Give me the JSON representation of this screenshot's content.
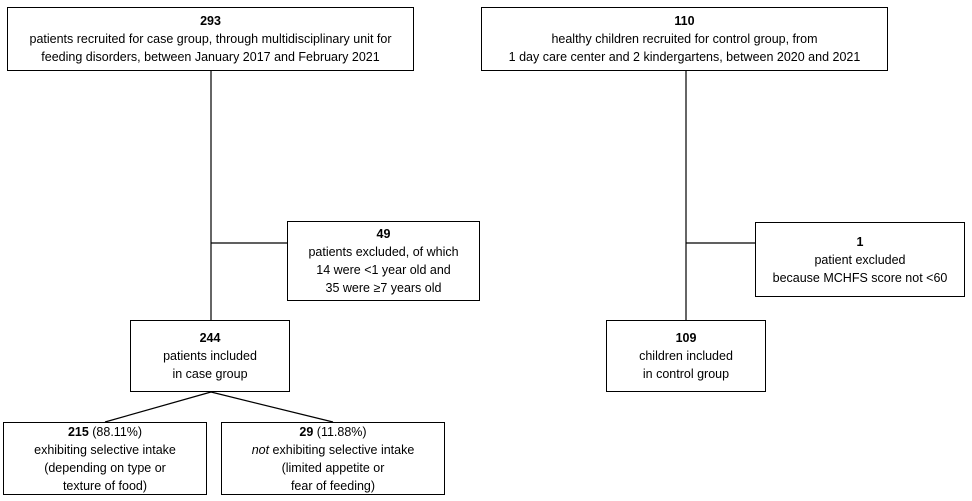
{
  "case_recruited": {
    "count": "293",
    "line1": "patients recruited for case group, through multidisciplinary unit for",
    "line2": "feeding disorders, between January 2017 and February 2021"
  },
  "control_recruited": {
    "count": "110",
    "line1": "healthy children recruited for control group, from",
    "line2": "1 day care center and 2 kindergartens, between 2020 and 2021"
  },
  "case_excluded": {
    "count": "49",
    "line1": "patients excluded, of which",
    "line2": "14 were <1 year old and",
    "line3": "35 were ≥7 years old"
  },
  "control_excluded": {
    "count": "1",
    "line1": "patient excluded",
    "line2": "because MCHFS score not <60"
  },
  "case_included": {
    "count": "244",
    "line1": "patients included",
    "line2": "in case group"
  },
  "control_included": {
    "count": "109",
    "line1": "children included",
    "line2": "in control group"
  },
  "selective": {
    "count": "215",
    "percent": " (88.11%)",
    "line1": "exhibiting selective intake",
    "line2": "(depending on type or",
    "line3": "texture of food)"
  },
  "not_selective": {
    "count": "29",
    "percent": " (11.88%)",
    "line1_em": "not",
    "line1_rest": " exhibiting selective intake",
    "line2": "(limited appetite or",
    "line3": "fear of feeding)"
  }
}
